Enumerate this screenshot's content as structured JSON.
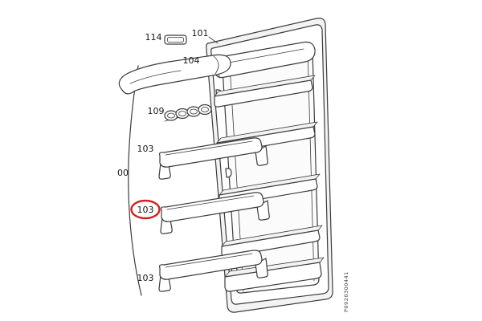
{
  "diagram": {
    "labels": [
      {
        "id": "part-114",
        "text": "114"
      },
      {
        "id": "part-101",
        "text": "101"
      },
      {
        "id": "part-104",
        "text": "104"
      },
      {
        "id": "part-109",
        "text": "109"
      },
      {
        "id": "part-103-upper",
        "text": "103"
      },
      {
        "id": "part-00",
        "text": "00"
      },
      {
        "id": "part-103-highlighted",
        "text": "103",
        "highlighted": true
      },
      {
        "id": "part-103-lower",
        "text": "103"
      }
    ],
    "highlight_color": "#d42020",
    "line_color": "#3c3c3c",
    "part_code": "P0920300441"
  }
}
